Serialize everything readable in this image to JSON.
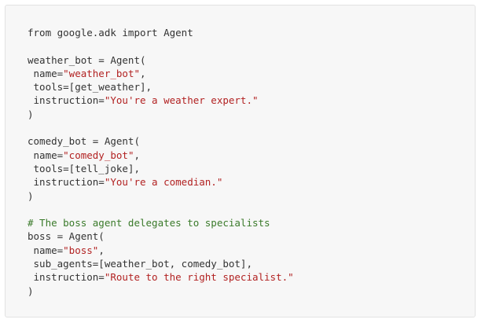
{
  "colors": {
    "background": "#ffffff",
    "panel": "#f7f7f7",
    "panel_border": "#e2e2e2",
    "text": "#333333",
    "string": "#b22222",
    "comment": "#3a7a2a"
  },
  "code_block": {
    "language": "python",
    "lines": [
      [
        {
          "t": "from google.adk import Agent",
          "k": "plain"
        }
      ],
      [],
      [
        {
          "t": "weather_bot = Agent(",
          "k": "plain"
        }
      ],
      [
        {
          "t": " name=",
          "k": "plain"
        },
        {
          "t": "\"weather_bot\"",
          "k": "str"
        },
        {
          "t": ",",
          "k": "plain"
        }
      ],
      [
        {
          "t": " tools=[get_weather],",
          "k": "plain"
        }
      ],
      [
        {
          "t": " instruction=",
          "k": "plain"
        },
        {
          "t": "\"You're a weather expert.\"",
          "k": "str"
        }
      ],
      [
        {
          "t": ")",
          "k": "plain"
        }
      ],
      [],
      [
        {
          "t": "comedy_bot = Agent(",
          "k": "plain"
        }
      ],
      [
        {
          "t": " name=",
          "k": "plain"
        },
        {
          "t": "\"comedy_bot\"",
          "k": "str"
        },
        {
          "t": ",",
          "k": "plain"
        }
      ],
      [
        {
          "t": " tools=[tell_joke],",
          "k": "plain"
        }
      ],
      [
        {
          "t": " instruction=",
          "k": "plain"
        },
        {
          "t": "\"You're a comedian.\"",
          "k": "str"
        }
      ],
      [
        {
          "t": ")",
          "k": "plain"
        }
      ],
      [],
      [
        {
          "t": "# The boss agent delegates to specialists",
          "k": "comment"
        }
      ],
      [
        {
          "t": "boss = Agent(",
          "k": "plain"
        }
      ],
      [
        {
          "t": " name=",
          "k": "plain"
        },
        {
          "t": "\"boss\"",
          "k": "str"
        },
        {
          "t": ",",
          "k": "plain"
        }
      ],
      [
        {
          "t": " sub_agents=[weather_bot, comedy_bot],",
          "k": "plain"
        }
      ],
      [
        {
          "t": " instruction=",
          "k": "plain"
        },
        {
          "t": "\"Route to the right specialist.\"",
          "k": "str"
        }
      ],
      [
        {
          "t": ")",
          "k": "plain"
        }
      ]
    ]
  }
}
